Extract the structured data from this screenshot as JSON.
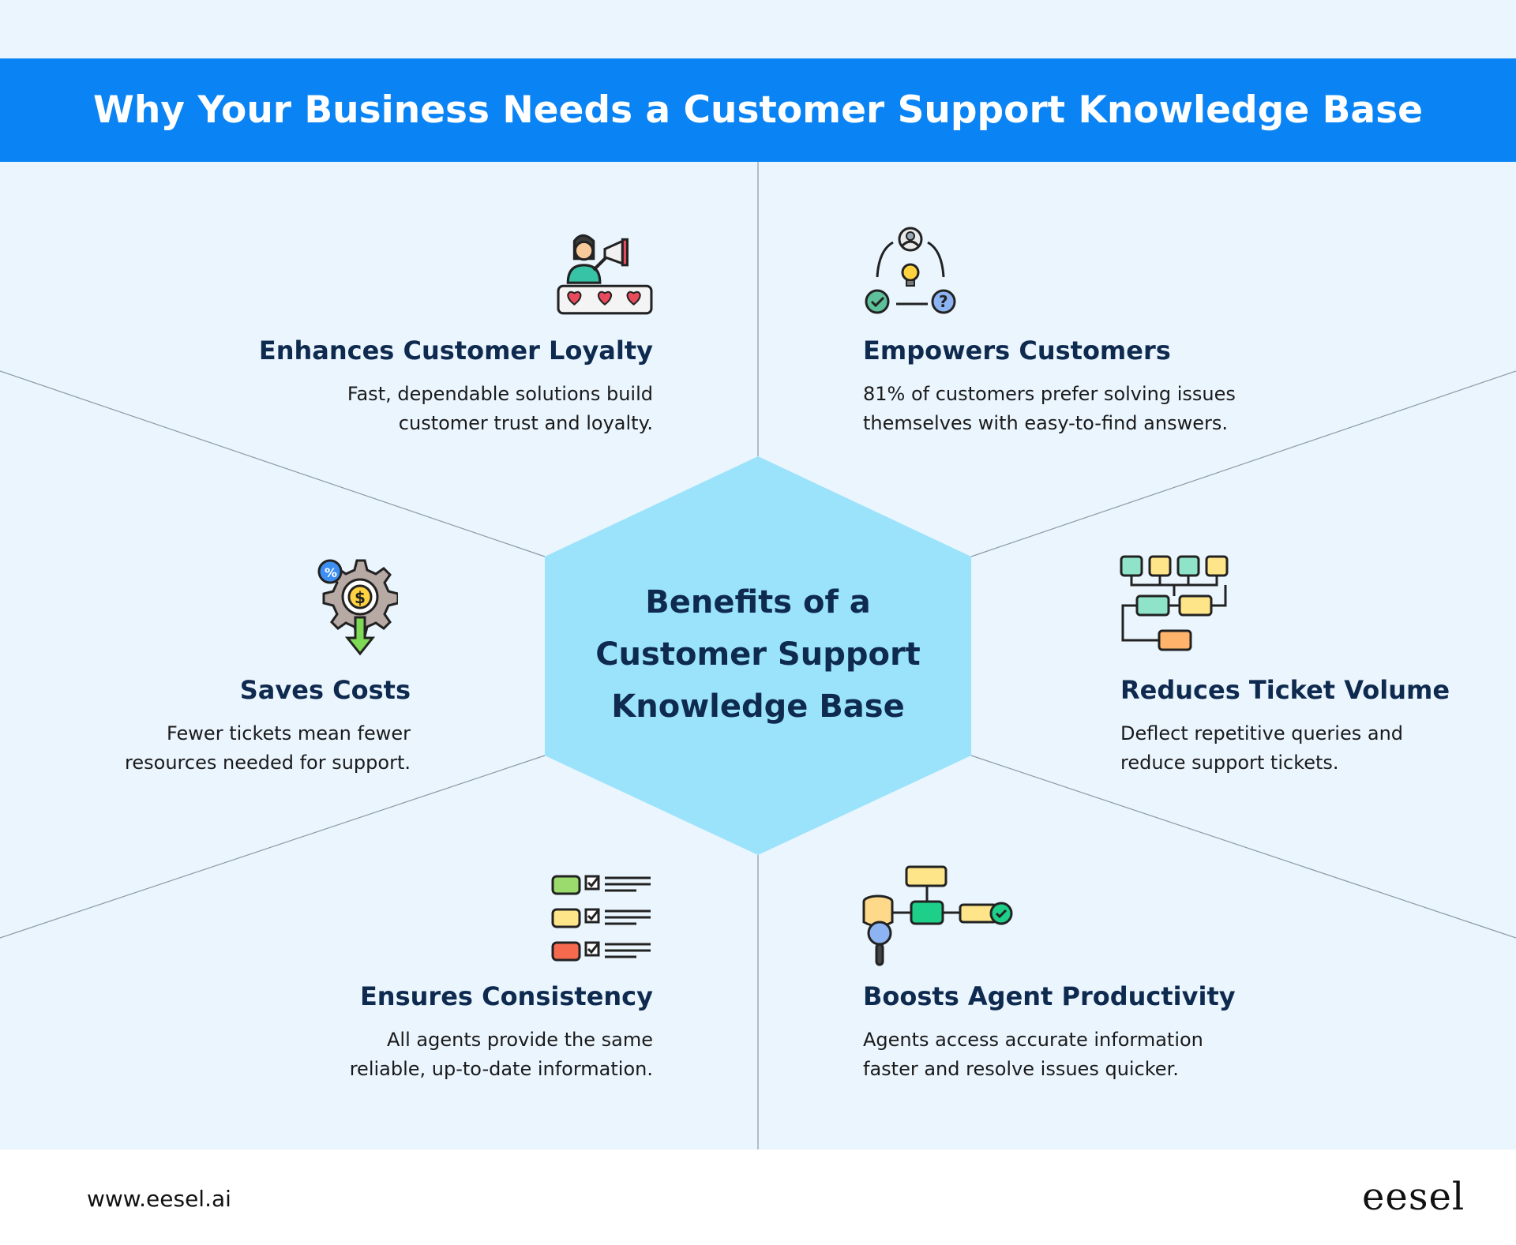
{
  "title": "Why Your Business Needs a Customer Support Knowledge Base",
  "center": {
    "lines": [
      "Benefits of a",
      "Customer Support",
      "Knowledge Base"
    ]
  },
  "benefits": [
    {
      "title": "Enhances Customer Loyalty",
      "lines": [
        "Fast, dependable solutions build",
        "customer trust and loyalty."
      ],
      "icon": "megaphone-person-hearts-icon"
    },
    {
      "title": "Empowers Customers",
      "lines": [
        "81% of customers prefer solving issues",
        "themselves with easy-to-find answers."
      ],
      "icon": "self-service-cycle-icon"
    },
    {
      "title": "Saves Costs",
      "lines": [
        "Fewer tickets mean fewer",
        "resources needed for support."
      ],
      "icon": "gear-dollar-down-icon"
    },
    {
      "title": "Reduces Ticket Volume",
      "lines": [
        "Deflect repetitive queries and",
        "reduce support tickets."
      ],
      "icon": "ticket-flow-icon"
    },
    {
      "title": "Ensures Consistency",
      "lines": [
        "All agents provide the same",
        "reliable, up-to-date information."
      ],
      "icon": "checklist-bots-icon"
    },
    {
      "title": "Boosts Agent Productivity",
      "lines": [
        "Agents access accurate information",
        "faster and resolve issues quicker."
      ],
      "icon": "database-bot-flow-icon"
    }
  ],
  "footer": {
    "url": "www.eesel.ai",
    "logo": "eesel"
  },
  "colors": {
    "banner": "#0a84f4",
    "background": "#eaf5fe",
    "hexagon": "#9be3fb",
    "heading": "#0f2a4f"
  }
}
